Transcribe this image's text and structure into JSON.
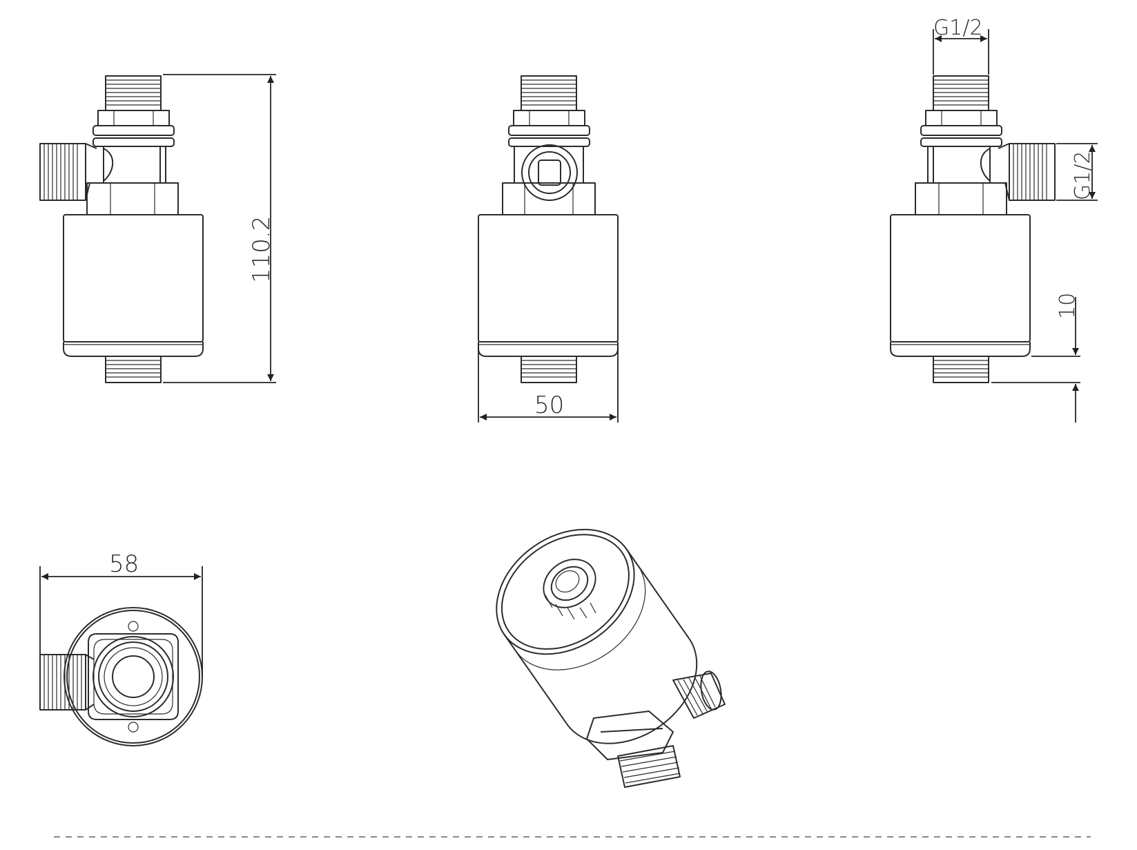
{
  "dimensions": {
    "height": "110.2",
    "width_front": "50",
    "width_bottom": "58",
    "thread_top": "G1/2",
    "thread_side": "G1/2",
    "offset": "10"
  },
  "colors": {
    "line": "#2b2b2b",
    "background": "#ffffff",
    "divider": "#888888"
  }
}
